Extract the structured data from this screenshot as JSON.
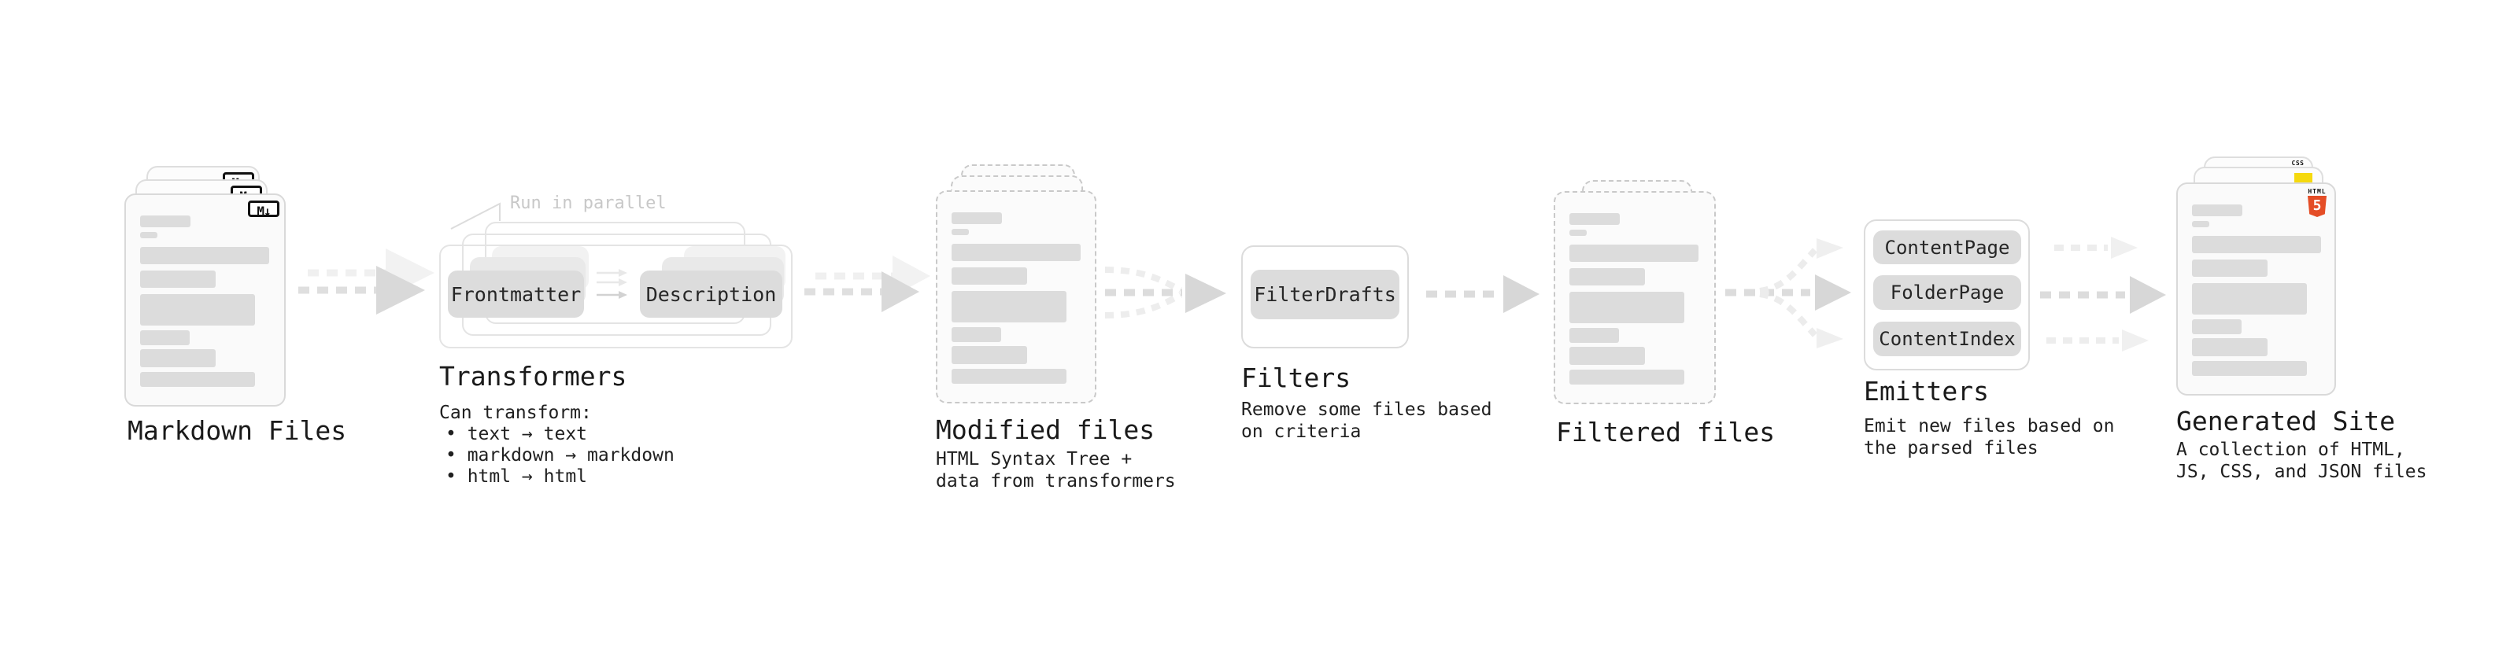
{
  "nodes": {
    "markdown_files": {
      "title": "Markdown Files",
      "badge": "M↓",
      "file_count": 3
    },
    "transformers": {
      "title": "Transformers",
      "annotation": "Run in parallel",
      "pills": [
        "Frontmatter",
        "Description"
      ],
      "can_transform_heading": "Can transform:",
      "bullets": [
        "• text → text",
        "• markdown → markdown",
        "• html → html"
      ]
    },
    "modified_files": {
      "title": "Modified files",
      "description": "HTML Syntax Tree +\ndata from transformers"
    },
    "filters": {
      "title": "Filters",
      "pills": [
        "FilterDrafts"
      ],
      "description": "Remove some files based\non criteria"
    },
    "filtered_files": {
      "title": "Filtered files"
    },
    "emitters": {
      "title": "Emitters",
      "pills": [
        "ContentPage",
        "FolderPage",
        "ContentIndex"
      ],
      "description": "Emit new files based on\nthe parsed files"
    },
    "generated_site": {
      "title": "Generated Site",
      "description": "A collection of HTML,\nJS, CSS, and JSON files",
      "badges": {
        "html_label": "HTML",
        "html_number": "5",
        "css_label": "CSS"
      }
    }
  },
  "colors": {
    "background": "#ffffff",
    "card_bg": "#fafafa",
    "card_border": "#d9d9d9",
    "skeleton_bar": "#dcdcdc",
    "pill_bg": "#dcdcdc",
    "arrow_main": "#d9d9d9",
    "arrow_light": "#ededed",
    "html5_orange": "#e44d26",
    "js_yellow": "#f5d90e",
    "css_blue": "#2862e9"
  }
}
